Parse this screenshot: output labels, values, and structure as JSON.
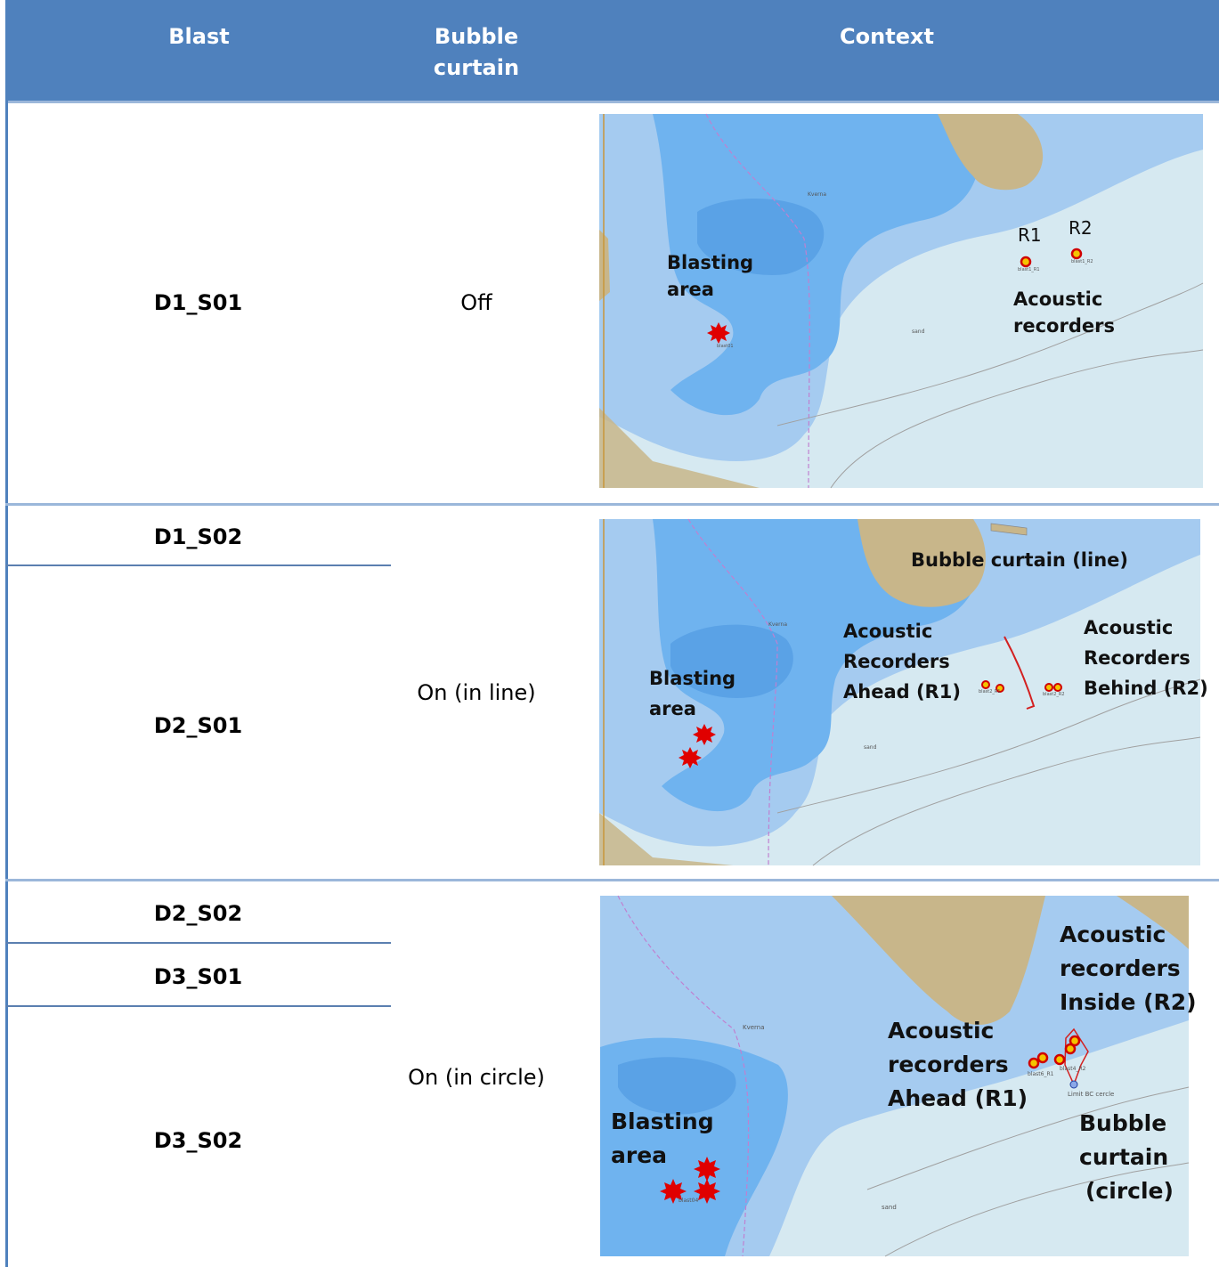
{
  "header": {
    "col_blast": "Blast",
    "col_bubble_line1": "Bubble",
    "col_bubble_line2": "curtain",
    "col_context": "Context"
  },
  "rows": [
    {
      "blasts": [
        "D1_S01"
      ],
      "bubble_curtain": "Off",
      "map": {
        "labels": [
          "Blasting",
          "area",
          "Acoustic",
          "recorders",
          "R1",
          "R2"
        ],
        "small": [
          "Kverna",
          "sand",
          "blast1_R1",
          "blast1_R2",
          "blast01"
        ]
      }
    },
    {
      "blasts": [
        "D1_S02",
        "D2_S01"
      ],
      "bubble_curtain": "On (in line)",
      "map": {
        "labels": [
          "Bubble curtain (line)",
          "Acoustic",
          "Recorders",
          "Ahead (R1)",
          "Acoustic",
          "Recorders",
          "Behind (R2)",
          "Blasting",
          "area"
        ],
        "small": [
          "Kverna",
          "sand",
          "blast2_R1",
          "blast2_R2"
        ]
      }
    },
    {
      "blasts": [
        "D2_S02",
        "D3_S01",
        "D3_S02"
      ],
      "bubble_curtain": "On (in circle)",
      "map": {
        "labels": [
          "Acoustic",
          "recorders",
          "Inside (R2)",
          "Acoustic",
          "recorders",
          "Ahead (R1)",
          "Blasting",
          "area",
          "Bubble",
          "curtain",
          "(circle)"
        ],
        "small": [
          "Kverna",
          "sand",
          "blast6_R1",
          "blast4_R2",
          "Limit BC cercle",
          "blast04"
        ]
      }
    }
  ],
  "colors": {
    "header_bg": "#4f81bd",
    "shallow_water": "#6fb3ef",
    "mid_water": "#a5cbf0",
    "deep_water": "#d6e9f1",
    "land": "#c8b68a",
    "blast_marker": "#e00000",
    "recorder": "#f4c400"
  }
}
